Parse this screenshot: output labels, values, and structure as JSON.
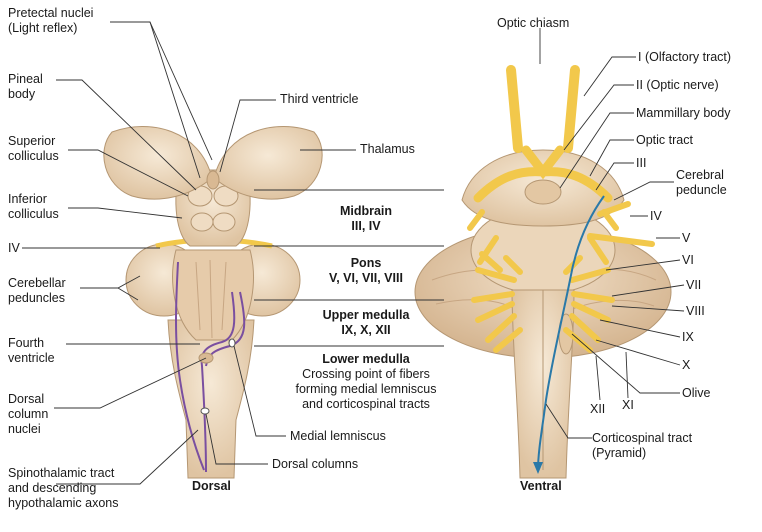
{
  "dorsal_labels": {
    "pretectal_nuclei": "Pretectal nuclei\n(Light reflex)",
    "pineal_body": "Pineal\nbody",
    "superior_colliculus": "Superior\ncolliculus",
    "inferior_colliculus": "Inferior\ncolliculus",
    "iv": "IV",
    "cerebellar_peduncles": "Cerebellar\npeduncles",
    "fourth_ventricle": "Fourth\nventricle",
    "dorsal_column_nuclei": "Dorsal\ncolumn\nnuclei",
    "spinothalamic": "Spinothalamic tract\nand descending\nhypothalamic axons",
    "third_ventricle": "Third ventricle",
    "thalamus": "Thalamus",
    "medial_lemniscus": "Medial lemniscus",
    "dorsal_columns": "Dorsal columns",
    "view_title": "Dorsal"
  },
  "level_labels": {
    "midbrain_title": "Midbrain",
    "midbrain_nerves": "III, IV",
    "pons_title": "Pons",
    "pons_nerves": "V, VI, VII, VIII",
    "upper_medulla_title": "Upper medulla",
    "upper_medulla_nerves": "IX, X, XII",
    "lower_medulla_title": "Lower medulla",
    "lower_medulla_desc": "Crossing point of fibers\nforming medial lemniscus\nand corticospinal tracts"
  },
  "ventral_labels": {
    "optic_chiasm": "Optic chiasm",
    "olfactory": "I (Olfactory tract)",
    "optic_nerve": "II (Optic nerve)",
    "mammillary": "Mammillary body",
    "optic_tract": "Optic tract",
    "iii": "III",
    "cerebral_peduncle": "Cerebral\npeduncle",
    "iv": "IV",
    "v": "V",
    "vi": "VI",
    "vii": "VII",
    "viii": "VIII",
    "ix": "IX",
    "x": "X",
    "olive": "Olive",
    "xii": "XII",
    "xi": "XI",
    "corticospinal": "Corticospinal tract\n(Pyramid)",
    "view_title": "Ventral"
  },
  "colors": {
    "tissue": "#efdcc3",
    "tissue_stroke": "#b59773",
    "nerve": "#f2c84b",
    "tract_purple": "#7a4fa0",
    "tract_blue": "#2a79a8",
    "leader": "#333333"
  }
}
